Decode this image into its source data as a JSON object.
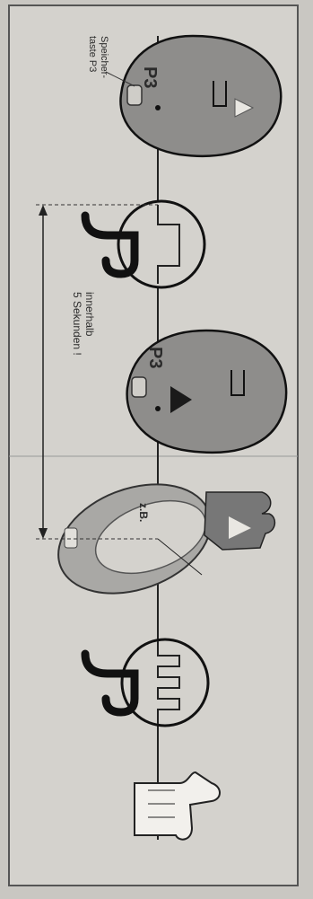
{
  "labels": {
    "key_note": "Speicher-\ntaste P3",
    "button_p3_first": "P3",
    "button_p3_second": "P3",
    "within_note": "innerhalb\n5 Sekunden !",
    "example": "z.B."
  },
  "icons": [
    "remote-key-p3-icon",
    "acoustic-signal-icon",
    "remote-key-p3-pressed-icon",
    "hand-pressing-button-icon",
    "long-acoustic-signal-icon",
    "thumbs-up-icon"
  ],
  "colors": {
    "paper": "#c9c7c2",
    "ink": "#1e1e1e",
    "remote_fill": "#8c8c8c",
    "remote_light_fill": "#a9a8a5"
  }
}
